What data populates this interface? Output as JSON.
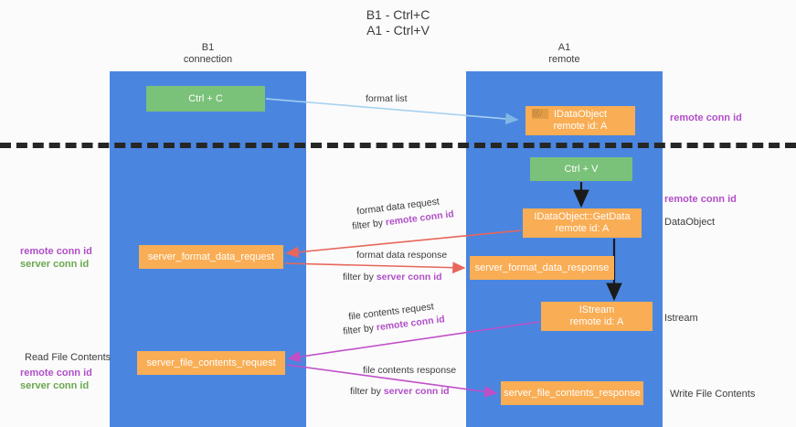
{
  "title": {
    "line1": "B1 - Ctrl+C",
    "line2": "A1 - Ctrl+V"
  },
  "lanes": [
    {
      "id": "b1",
      "name": "B1",
      "role": "connection"
    },
    {
      "id": "a1",
      "name": "A1",
      "role": "remote"
    }
  ],
  "nodes": {
    "ctrl_c": {
      "label": "Ctrl + C",
      "color": "#7ac17a"
    },
    "idataobject": {
      "line1": "IDataObject",
      "line2": "remote id: A",
      "artifact": "居/七",
      "color": "#f9ad54"
    },
    "ctrl_v": {
      "label": "Ctrl + V",
      "color": "#7ac17a"
    },
    "getdata": {
      "line1": "IDataObject::GetData",
      "line2": "remote id: A",
      "color": "#f9ad54"
    },
    "server_format_data_request": {
      "label": "server_format_data_request",
      "color": "#f9ad54"
    },
    "server_format_data_response": {
      "label": "server_format_data_response",
      "color": "#f9ad54"
    },
    "istream": {
      "line1": "IStream",
      "line2": "remote id: A",
      "color": "#f9ad54"
    },
    "server_file_contents_request": {
      "label": "server_file_contents_request",
      "color": "#f9ad54"
    },
    "server_file_contents_response": {
      "label": "server_file_contents_response",
      "color": "#f9ad54"
    }
  },
  "edge_labels": {
    "format_list": "format list",
    "format_data_request": "format data request",
    "format_data_request_filter_prefix": "filter by ",
    "format_data_request_filter_key": "remote conn id",
    "format_data_response": "format data response",
    "format_data_response_filter_prefix": "filter by ",
    "format_data_response_filter_key": "server conn id",
    "file_contents_request": "file contents request",
    "file_contents_request_filter_prefix": "filter by ",
    "file_contents_request_filter_key": "remote conn id",
    "file_contents_response": "file contents response",
    "file_contents_response_filter_prefix": "filter by ",
    "file_contents_response_filter_key": "server conn id"
  },
  "annotations": {
    "right": {
      "remote_conn_id_top": "remote conn id",
      "remote_conn_id_mid": "remote conn id",
      "dataobject": "DataObject",
      "istream": "Istream",
      "write_file_contents": "Write File Contents"
    },
    "left": {
      "remote_conn_id_1": "remote conn id",
      "server_conn_id_1": "server conn id",
      "read_file_contents": "Read File Contents",
      "remote_conn_id_2": "remote conn id",
      "server_conn_id_2": "server conn id"
    }
  },
  "colors": {
    "lane": "#4a86e0",
    "green_node": "#7ac17a",
    "orange_node": "#f9ad54",
    "conn_id_purple": "#b14fc8",
    "conn_id_green": "#6aa84f",
    "divider": "#262626",
    "arrow_blue": "#a8d1ef",
    "arrow_red": "#e8665a",
    "arrow_magenta": "#c04fc8",
    "arrow_black": "#1a1a1a"
  }
}
